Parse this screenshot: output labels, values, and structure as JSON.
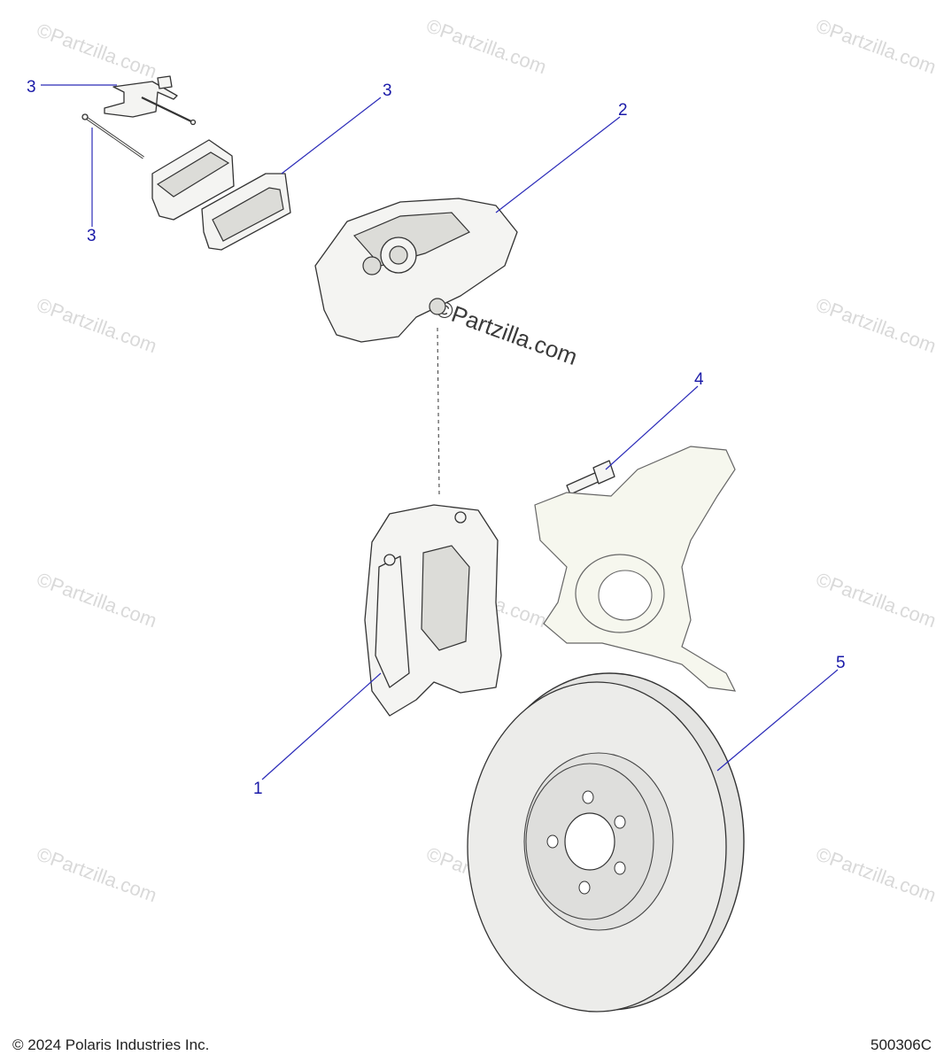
{
  "watermark": {
    "small": "©Partzilla.com",
    "large": "©Partzilla.com"
  },
  "callouts": [
    {
      "id": "clip",
      "label": "3"
    },
    {
      "id": "pad-right",
      "label": "3"
    },
    {
      "id": "pin",
      "label": "3"
    },
    {
      "id": "caliper-assembly",
      "label": "2"
    },
    {
      "id": "bolt",
      "label": "4"
    },
    {
      "id": "caliper",
      "label": "1"
    },
    {
      "id": "rotor",
      "label": "5"
    }
  ],
  "footer": {
    "copyright": "© 2024 Polaris Industries Inc.",
    "diagram_code": "500306C"
  },
  "colors": {
    "callout": "#1a1aa8",
    "knuckle_fill": "#f6f7ee",
    "watermark": "#d9d9d9"
  }
}
